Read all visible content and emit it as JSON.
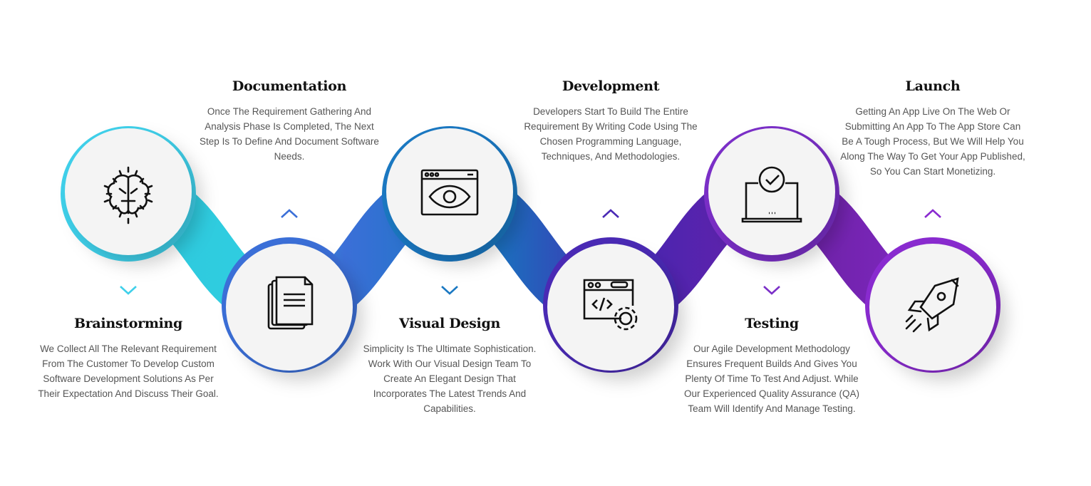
{
  "steps": [
    {
      "title": "Brainstorming",
      "icon": "brain-icon",
      "position": "top",
      "color": "#3fd0ea",
      "desc": "We Collect All The Relevant Requirement From The Customer To Develop Custom Software Development Solutions As Per Their Expectation And Discuss Their Goal."
    },
    {
      "title": "Documentation",
      "icon": "documents-icon",
      "position": "bottom",
      "color": "#3b6fd8",
      "desc": "Once The Requirement Gathering And Analysis Phase Is Completed, The Next Step Is To Define And Document Software Needs."
    },
    {
      "title": "Visual Design",
      "icon": "browser-eye-icon",
      "position": "top",
      "color": "#1a78c2",
      "desc": "Simplicity Is The Ultimate Sophistication. Work With Our Visual Design Team To Create An Elegant Design That Incorporates The Latest Trends And Capabilities."
    },
    {
      "title": "Development",
      "icon": "code-gear-icon",
      "position": "bottom",
      "color": "#4a2ab5",
      "desc": "Developers Start To Build The Entire Requirement By Writing Code Using The Chosen Programming Language, Techniques, And Methodologies."
    },
    {
      "title": "Testing",
      "icon": "laptop-check-icon",
      "position": "top",
      "color": "#7b2fc8",
      "desc": "Our Agile Development Methodology Ensures Frequent Builds And Gives You Plenty Of Time To Test And Adjust. While Our Experienced Quality Assurance (QA) Team Will Identify And Manage Testing."
    },
    {
      "title": "Launch",
      "icon": "rocket-icon",
      "position": "bottom",
      "color": "#8a2bd0",
      "desc": "Getting An App Live On The Web Or Submitting An App To The App Store Can Be A Tough Process, But We Will Help You Along The Way To Get Your App Published, So You Can Start Monetizing."
    }
  ]
}
